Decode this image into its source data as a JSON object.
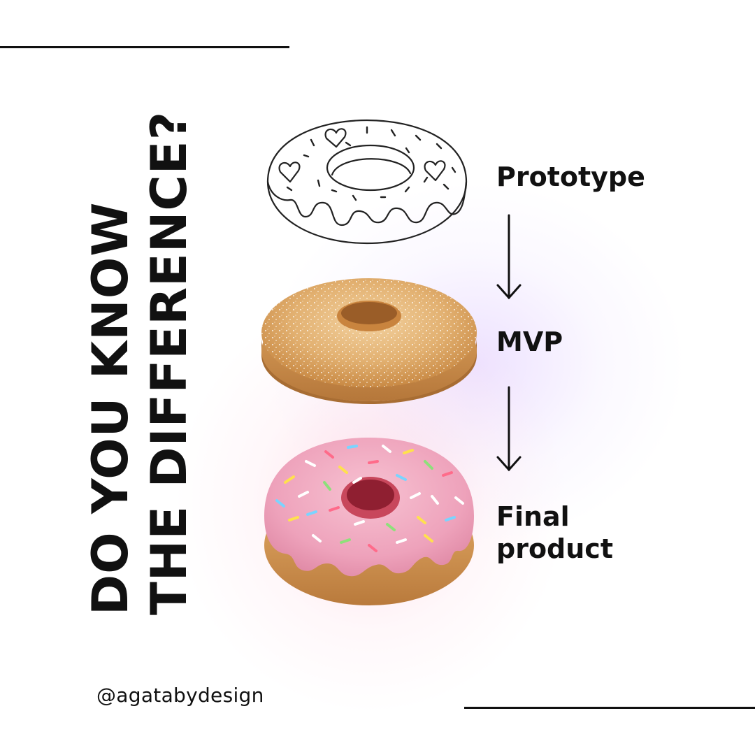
{
  "heading": {
    "line1": "DO YOU KNOW",
    "line2": "THE DIFFERENCE?"
  },
  "stages": [
    {
      "label": "Prototype",
      "image": "sketched-donut-drawing"
    },
    {
      "label": "MVP",
      "image": "sugar-glazed-donut-photo"
    },
    {
      "label": "Final\nproduct",
      "image": "pink-iced-sprinkle-donut-photo"
    }
  ],
  "arrows": [
    "arrow-down-icon",
    "arrow-down-icon"
  ],
  "footer": {
    "handle": "@agatabydesign"
  },
  "colors": {
    "text": "#111111",
    "background": "#ffffff",
    "glow_pink": "#ffd2de",
    "glow_purple": "#e4d3ff",
    "icing_pink": "#f2a9c0",
    "dough": "#d9a35c"
  }
}
